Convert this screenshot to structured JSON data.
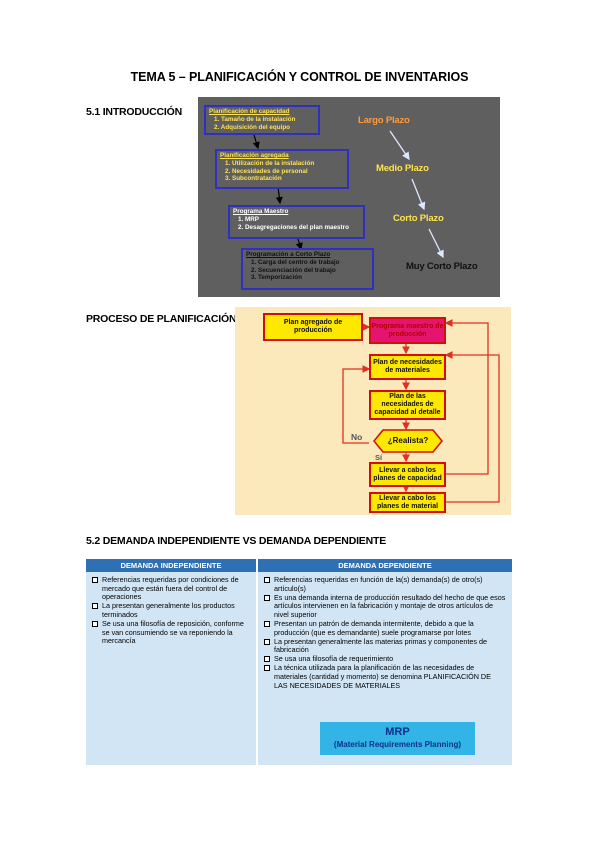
{
  "title": "TEMA 5 – PLANIFICACIÓN Y CONTROL DE INVENTARIOS",
  "section1": {
    "heading": "5.1 INTRODUCCIÓN",
    "fig": {
      "box1": {
        "header": "Planificación de capacidad",
        "items": [
          "1.  Tamaño de la instalación",
          "2.  Adquisición del equipo"
        ]
      },
      "box2": {
        "header": "Planificación agregada",
        "items": [
          "1.  Utilización de la instalación",
          "2.  Necesidades de personal",
          "3.  Subcontratación"
        ]
      },
      "box3": {
        "header": "Programa Maestro",
        "items": [
          "1.  MRP",
          "2.  Desagregaciones del plan maestro"
        ]
      },
      "box4": {
        "header": "Programación a Corto Plazo",
        "items": [
          "1. Carga del centro de trabajo",
          "2. Secuenciación del trabajo",
          "3. Temporización"
        ]
      },
      "horizons": [
        "Largo Plazo",
        "Medio Plazo",
        "Corto Plazo",
        "Muy Corto Plazo"
      ],
      "colors": {
        "background": "#5f5f5f",
        "border": "#3030c0",
        "yellow_text": "#ffe34d",
        "horizon_text": "#ff9a3c"
      }
    }
  },
  "section2": {
    "heading": "PROCESO DE PLANIFICACIÓN",
    "fig": {
      "box_plan_agregado": "Plan agregado de producción",
      "box_programa_maestro": "Programa maestro de producción",
      "box_plan_materiales": "Plan de necesidades de materiales",
      "box_plan_capacidad": "Plan de las necesidades de capacidad al detalle",
      "decision": "¿Realista?",
      "label_no": "No",
      "label_si": "Sí",
      "box_llevar_capacidad": "Llevar a cabo los planes de capacidad",
      "box_llevar_material": "Llevar a cabo los planes de material",
      "colors": {
        "background": "#fbe9bc",
        "box": "#ffe800",
        "highlight": "#e5146e",
        "border": "#d01010",
        "arrow": "#e03020"
      }
    }
  },
  "section3": {
    "heading": "5.2 DEMANDA INDEPENDIENTE VS DEMANDA DEPENDIENTE",
    "table": {
      "col1_header": "DEMANDA INDEPENDIENTE",
      "col2_header": "DEMANDA DEPENDIENTE",
      "col1_items": [
        "Referencias requeridas por condiciones de mercado que están fuera del control de operaciones",
        "La presentan generalmente los productos terminados",
        "Se usa una filosofía de reposición, conforme se van consumiendo se va reponiendo la mercancía"
      ],
      "col2_items": [
        "Referencias requeridas en función de la(s) demanda(s) de otro(s) artículo(s)",
        "Es una demanda interna de producción resultado del hecho de que esos artículos intervienen en la fabricación y montaje de otros artículos de nivel superior",
        "Presentan un patrón de demanda intermitente, debido a que la producción (que es demandante) suele programarse por lotes",
        "La presentan generalmente las materias primas y componentes de fabricación",
        "Se usa una filosofía de requerimiento",
        "La técnica utilizada para la planificación de las necesidades de materiales (cantidad y momento) se denomina PLANIFICACIÓN DE LAS NECESIDADES DE MATERIALES"
      ],
      "mrp_title": "MRP",
      "mrp_subtitle": "(Material Requirements Planning)",
      "colors": {
        "header": "#2f6fb3",
        "cell": "#d2e5f4",
        "mrp_box": "#32b4e6",
        "mrp_text": "#0b2f8a"
      }
    }
  }
}
